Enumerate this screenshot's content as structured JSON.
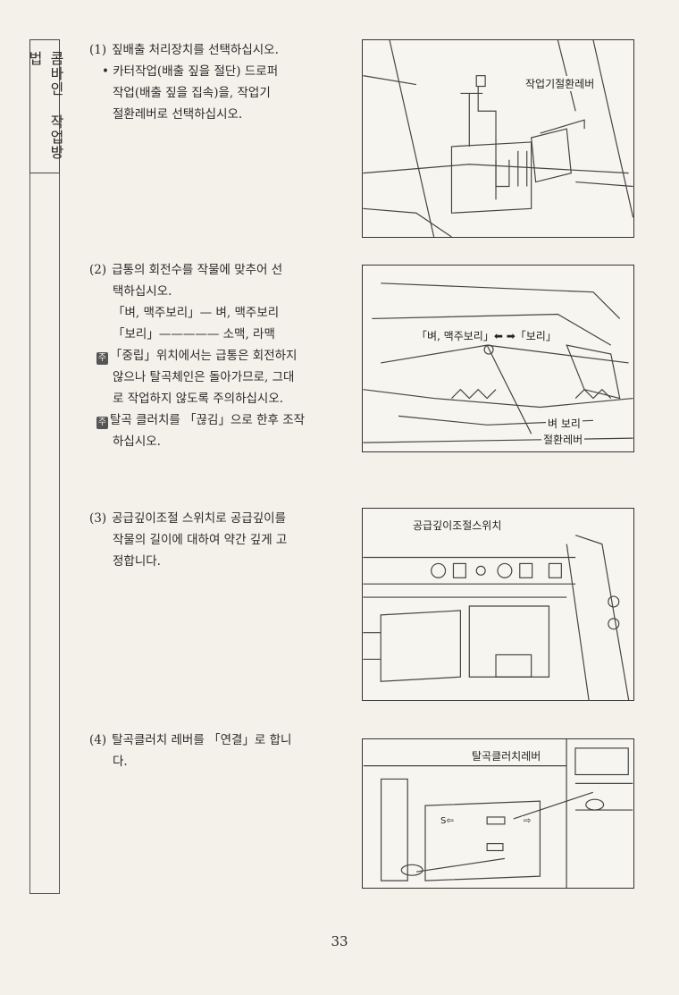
{
  "side_tab": {
    "label": "콤바인 작업방법"
  },
  "steps": [
    {
      "number": "(1)",
      "lines": [
        "짚배출 처리장치를 선택하십시오."
      ],
      "bullet": [
        "• 카터작업(배출 짚을 절단) 드로퍼",
        "작업(배출 짚을 집속)을, 작업기",
        "절환레버로 선택하십시오."
      ]
    },
    {
      "number": "(2)",
      "lines": [
        "급통의 회전수를 작물에 맞추어 선",
        "택하십시오.",
        "「벼, 맥주보리」— 벼, 맥주보리",
        "「보리」————— 소맥, 라맥"
      ],
      "note_icon": "주",
      "note1": [
        "「중립」위치에서는 급통은 회전하지",
        "않으나 탈곡체인은 돌아가므로, 그대",
        "로 작업하지 않도록 주의하십시오."
      ],
      "note2": [
        "탈곡 클러치를 「끊김」으로 한후 조작",
        "하십시오."
      ]
    },
    {
      "number": "(3)",
      "lines": [
        "공급깊이조절 스위치로 공급깊이를",
        "작물의 길이에 대하여 약간 깊게 고",
        "정합니다."
      ]
    },
    {
      "number": "(4)",
      "lines": [
        "탈곡클러치 레버를 「연결」로 합니",
        "다."
      ]
    }
  ],
  "figures": [
    {
      "callout": "작업기절환레버"
    },
    {
      "callout_a": "「벼, 맥주보리」⬅ ➡「보리」",
      "callout_b1": "벼 보리",
      "callout_b2": "절환레버"
    },
    {
      "callout": "공급깊이조절스위치"
    },
    {
      "callout": "탈곡클러치레버",
      "mark_left": "S⇦",
      "mark_right": "⇨"
    }
  ],
  "page_number": "33"
}
